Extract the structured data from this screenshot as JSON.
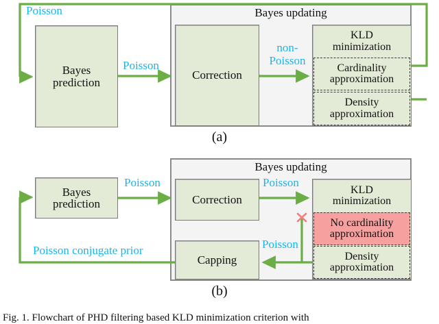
{
  "figure": {
    "caption": "Fig. 1.   Flowchart of PHD filtering based KLD minimization criterion with",
    "panel_a_label": "(a)",
    "panel_b_label": "(b)",
    "colors": {
      "arrow_green": "#6aae45",
      "label_blue": "#18b6f0",
      "box_green_fill": "#e3ebd7",
      "box_red_fill": "#f6a0a0",
      "container_fill": "#f4f4f4",
      "border_gray": "#7b7b7b",
      "cross_red": "#f08080"
    }
  },
  "panel_a": {
    "container_title": "Bayes updating",
    "boxes": {
      "bayes_prediction": "Bayes\nprediction",
      "bayes_prediction_l1": "Bayes",
      "bayes_prediction_l2": "prediction",
      "correction": "Correction",
      "kld_l1": "KLD",
      "kld_l2": "minimization",
      "cardinality_l1": "Cardinality",
      "cardinality_l2": "approximation",
      "density_l1": "Density",
      "density_l2": "approximation"
    },
    "edge_labels": {
      "feedback_top": "Poisson",
      "prediction_to_correction": "Poisson",
      "correction_to_kld_l1": "non-",
      "correction_to_kld_l2": "Poisson"
    }
  },
  "panel_b": {
    "container_title": "Bayes updating",
    "boxes": {
      "bayes_prediction_l1": "Bayes",
      "bayes_prediction_l2": "prediction",
      "correction": "Correction",
      "capping": "Capping",
      "kld_l1": "KLD",
      "kld_l2": "minimization",
      "no_cardinality_l1": "No cardinality",
      "no_cardinality_l2": "approximation",
      "density_l1": "Density",
      "density_l2": "approximation"
    },
    "edge_labels": {
      "prediction_to_correction": "Poisson",
      "correction_to_kld": "Poisson",
      "density_to_capping": "Poisson",
      "feedback": "Poisson conjugate prior"
    },
    "markers": {
      "blocked_cross": "✕"
    }
  }
}
